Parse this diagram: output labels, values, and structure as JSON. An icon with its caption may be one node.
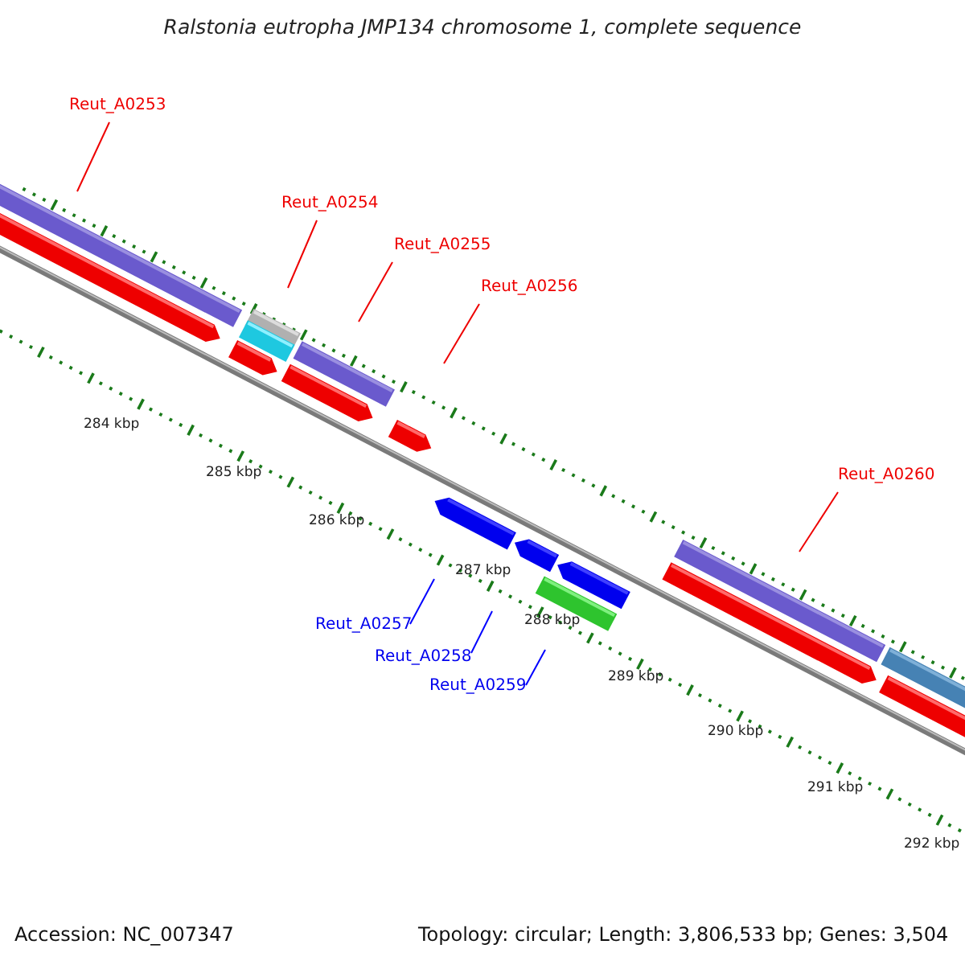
{
  "diagram": {
    "title": "Ralstonia eutropha JMP134 chromosome 1, complete sequence",
    "nodes": [
      {
        "text": [
          "Reut_A0253"
        ]
      },
      {
        "text": [
          "Reut_A0254"
        ]
      },
      {
        "text": [
          "Reut_A0255"
        ]
      },
      {
        "text": [
          "Reut_A0256"
        ]
      },
      {
        "text": [
          "Reut_A0260"
        ]
      },
      {
        "text": [
          "Reut_A0257"
        ]
      },
      {
        "text": [
          "Reut_A0258"
        ]
      },
      {
        "text": [
          "Reut_A0259"
        ]
      }
    ],
    "edges": [
      {
        "from": 0,
        "to": null,
        "arrow": "none"
      },
      {
        "from": 1,
        "to": null,
        "arrow": "none"
      },
      {
        "from": 2,
        "to": null,
        "arrow": "none"
      },
      {
        "from": 3,
        "to": null,
        "arrow": "none"
      },
      {
        "from": 4,
        "to": null,
        "arrow": "none"
      },
      {
        "from": 5,
        "to": null,
        "arrow": "none",
        "color": "#0000ff"
      },
      {
        "from": 6,
        "to": null,
        "arrow": "none",
        "color": "#0000ff"
      },
      {
        "from": 7,
        "to": null,
        "arrow": "none",
        "color": "#0000ff"
      }
    ],
    "labels": [
      "284 kbp",
      "285 kbp",
      "286 kbp",
      "287 kbp",
      "288 kbp",
      "289 kbp",
      "290 kbp",
      "291 kbp",
      "292 kbp",
      "Accession: NC_007347",
      "Topology: circular; Length: 3,806,533 bp; Genes: 3,504"
    ]
  }
}
